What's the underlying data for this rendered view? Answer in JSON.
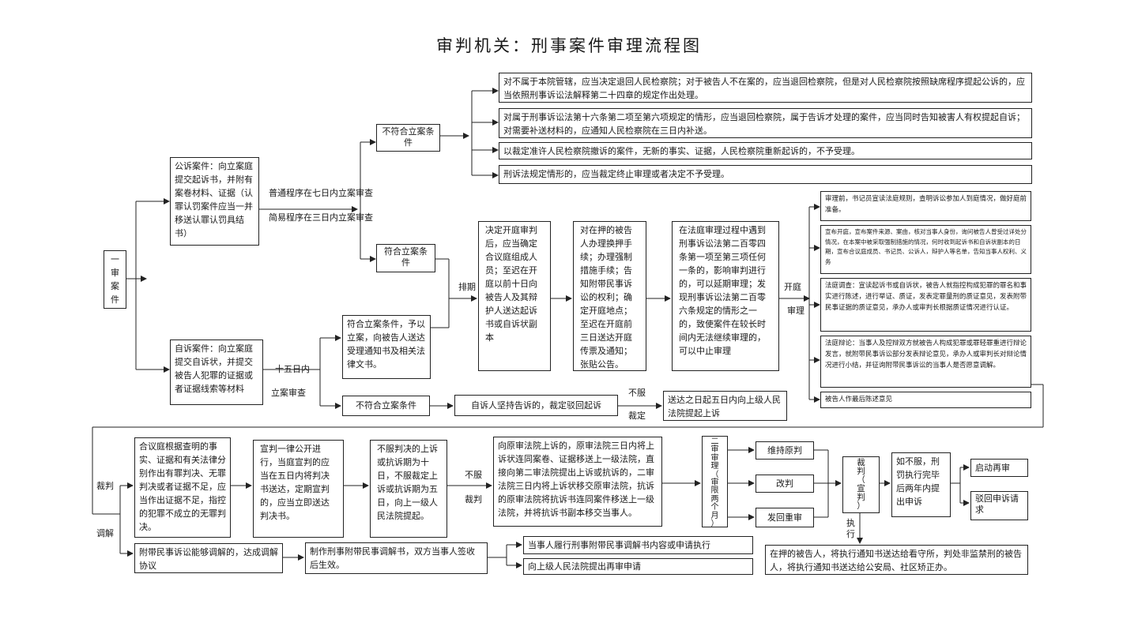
{
  "title": "审判机关：刑事案件审理流程图",
  "root": "一\n审\n案\n件",
  "public_case": "公诉案件：向立案庭提交起诉书，并附有案卷材料、证据（认罪认罚案件应当一并移送认罪认罚具结书）",
  "private_case": "自诉案件：向立案庭提交自诉状，并提交被告人犯罪的证据或者证据线索等材料",
  "label_normal": "普通程序在七日内立案审查",
  "label_simple": "简易程序在三日内立案审查",
  "not_meet": "不符合立案条件",
  "meet": "符合立案条件",
  "reject_1": "对不属于本院管辖，应当决定退回人民检察院；对于被告人不在案的，应当退回检察院，但是对人民检察院按照缺席程序提起公诉的，应当依照刑事诉讼法解释第二十四章的规定作出处理。",
  "reject_2": "对属于刑事诉讼法第十六条第二项至第六项规定的情形，应当退回检察院，属于告诉才处理的案件，应当同时告知被害人有权提起自诉；对需要补送材料的，应通知人民检察院在三日内补送。",
  "reject_3": "以裁定准许人民检察院撤诉的案件，无新的事实、证据，人民检察院重新起诉的，不予受理。",
  "reject_4": "刑诉法规定情形的，应当裁定终止审理或者决定不予受理。",
  "label_15days": "十五日内",
  "label_review": "立案审查",
  "private_meet": "符合立案条件，予以立案，向被告人送达受理通知书及相关法律文书。",
  "private_not_meet": "不符合立案条件",
  "private_insist": "自诉人坚持告诉的，裁定驳回起诉",
  "label_refuse": "不服",
  "label_ruling": "裁定",
  "appeal_private": "送达之日起五日内向上级人民法院提起上诉",
  "label_schedule": "排期",
  "pretrial_1": "决定开庭审判后，应当确定合议庭组成人员；至迟在开庭以前十日向被告人及其辩护人送达起诉书或自诉状副本",
  "pretrial_2": "对在押的被告人办理换押手续；办理强制措施手续；告知附带民事诉讼的权利；确定开庭地点；至迟在开庭前三日送达开庭传票及通知；张贴公告。",
  "pretrial_3": "在法庭审理过程中遇到刑事诉讼法第二百零四条第一项至第三项任何一条的，影响审判进行的，可以延期审理；发现刑事诉讼法第二百零六条规定的情形之一的，致使案件在较长时间内无法继续审理的，可以中止审理",
  "label_open": "开庭",
  "label_trial": "审理",
  "trial_1": "审理前，书记员宣读法庭规则，查明诉讼参加人到庭情况，做好庭前准备。",
  "trial_2": "宣布开庭，宣布案件来源、案由，核对当事人身份，询问被告人曾受过详处分情况，在本案中被采取强制措施的情况，何时收到起诉书和自诉状副本的日期，宣布合议庭成员、书记员、公诉人，辩护人等名单，告知当事人权利、义务",
  "trial_3": "法庭调查：宣读起诉书或自诉状，被告人就指控构成犯罪的罪名和事实进行陈述，进行举证、质证，发表定罪量刑的质证意见，发表附带民事证据的质证意见，承办人或审判长根据质证情况进行认证。",
  "trial_4": "法庭辩论：当事人及控辩双方就被告人构成犯罪或罪轻罪重进行辩论发言，就附带民事诉讼部分发表辩论意见，承办人或审判长对辩论情况进行小结，并征询附带民事诉讼的当事人是否愿意调解。",
  "trial_5": "被告人作最后陈述意见",
  "label_verdict": "裁判",
  "label_mediate": "调解",
  "verdict_1": "合议庭根据查明的事实、证据和有关法律分别作出有罪判决、无罪判决或者证据不足，应当作出证据不足，指控的犯罪不成立的无罪判决。",
  "verdict_2": "宣判一律公开进行，当庭宣判的应当在五日内将判决书送达，定期宣判的，应当立即送达判决书。",
  "verdict_3": "不服判决的上诉或抗诉期为十日，不服裁定上诉或抗诉期为五日，向上一级人民法院提起。",
  "label_refuse2": "不服",
  "label_ruling2": "裁判",
  "appeal_proc": "向原审法院上诉的，原审法院三日内将上诉状连同案卷、证据移送上一级法院，直接向第二审法院提出上诉或抗诉的，二审法院三日内将上诉状移交原审法院，抗诉的原审法院将抗诉书连同案件移送上一级法院，并将抗诉书副本移交当事人。",
  "second_trial": "二\n审\n审\n理\n（\n审\n限\n两\n个\n月\n）",
  "outcome_1": "维持原判",
  "outcome_2": "改判",
  "outcome_3": "发回重审",
  "final": "裁\n判\n（\n宣\n判\n）",
  "label_execute": "执\n行",
  "retrial_cond": "如不服，刑罚执行完毕后两年内提出申诉",
  "retrial_1": "启动再审",
  "retrial_2": "驳回申诉请求",
  "mediation_1": "附带民事诉讼能够调解的，达成调解协议",
  "mediation_2": "制作刑事附带民事调解书，双方当事人签收后生效。",
  "mediation_3": "当事人履行刑事附带民事调解书内容或申请执行",
  "mediation_4": "向上级人民法院提出再审申请",
  "execute_detail": "在押的被告人，将执行通知书送达给看守所，判处非监禁刑的被告人，将执行通知书送达给公安局、社区矫正办。"
}
